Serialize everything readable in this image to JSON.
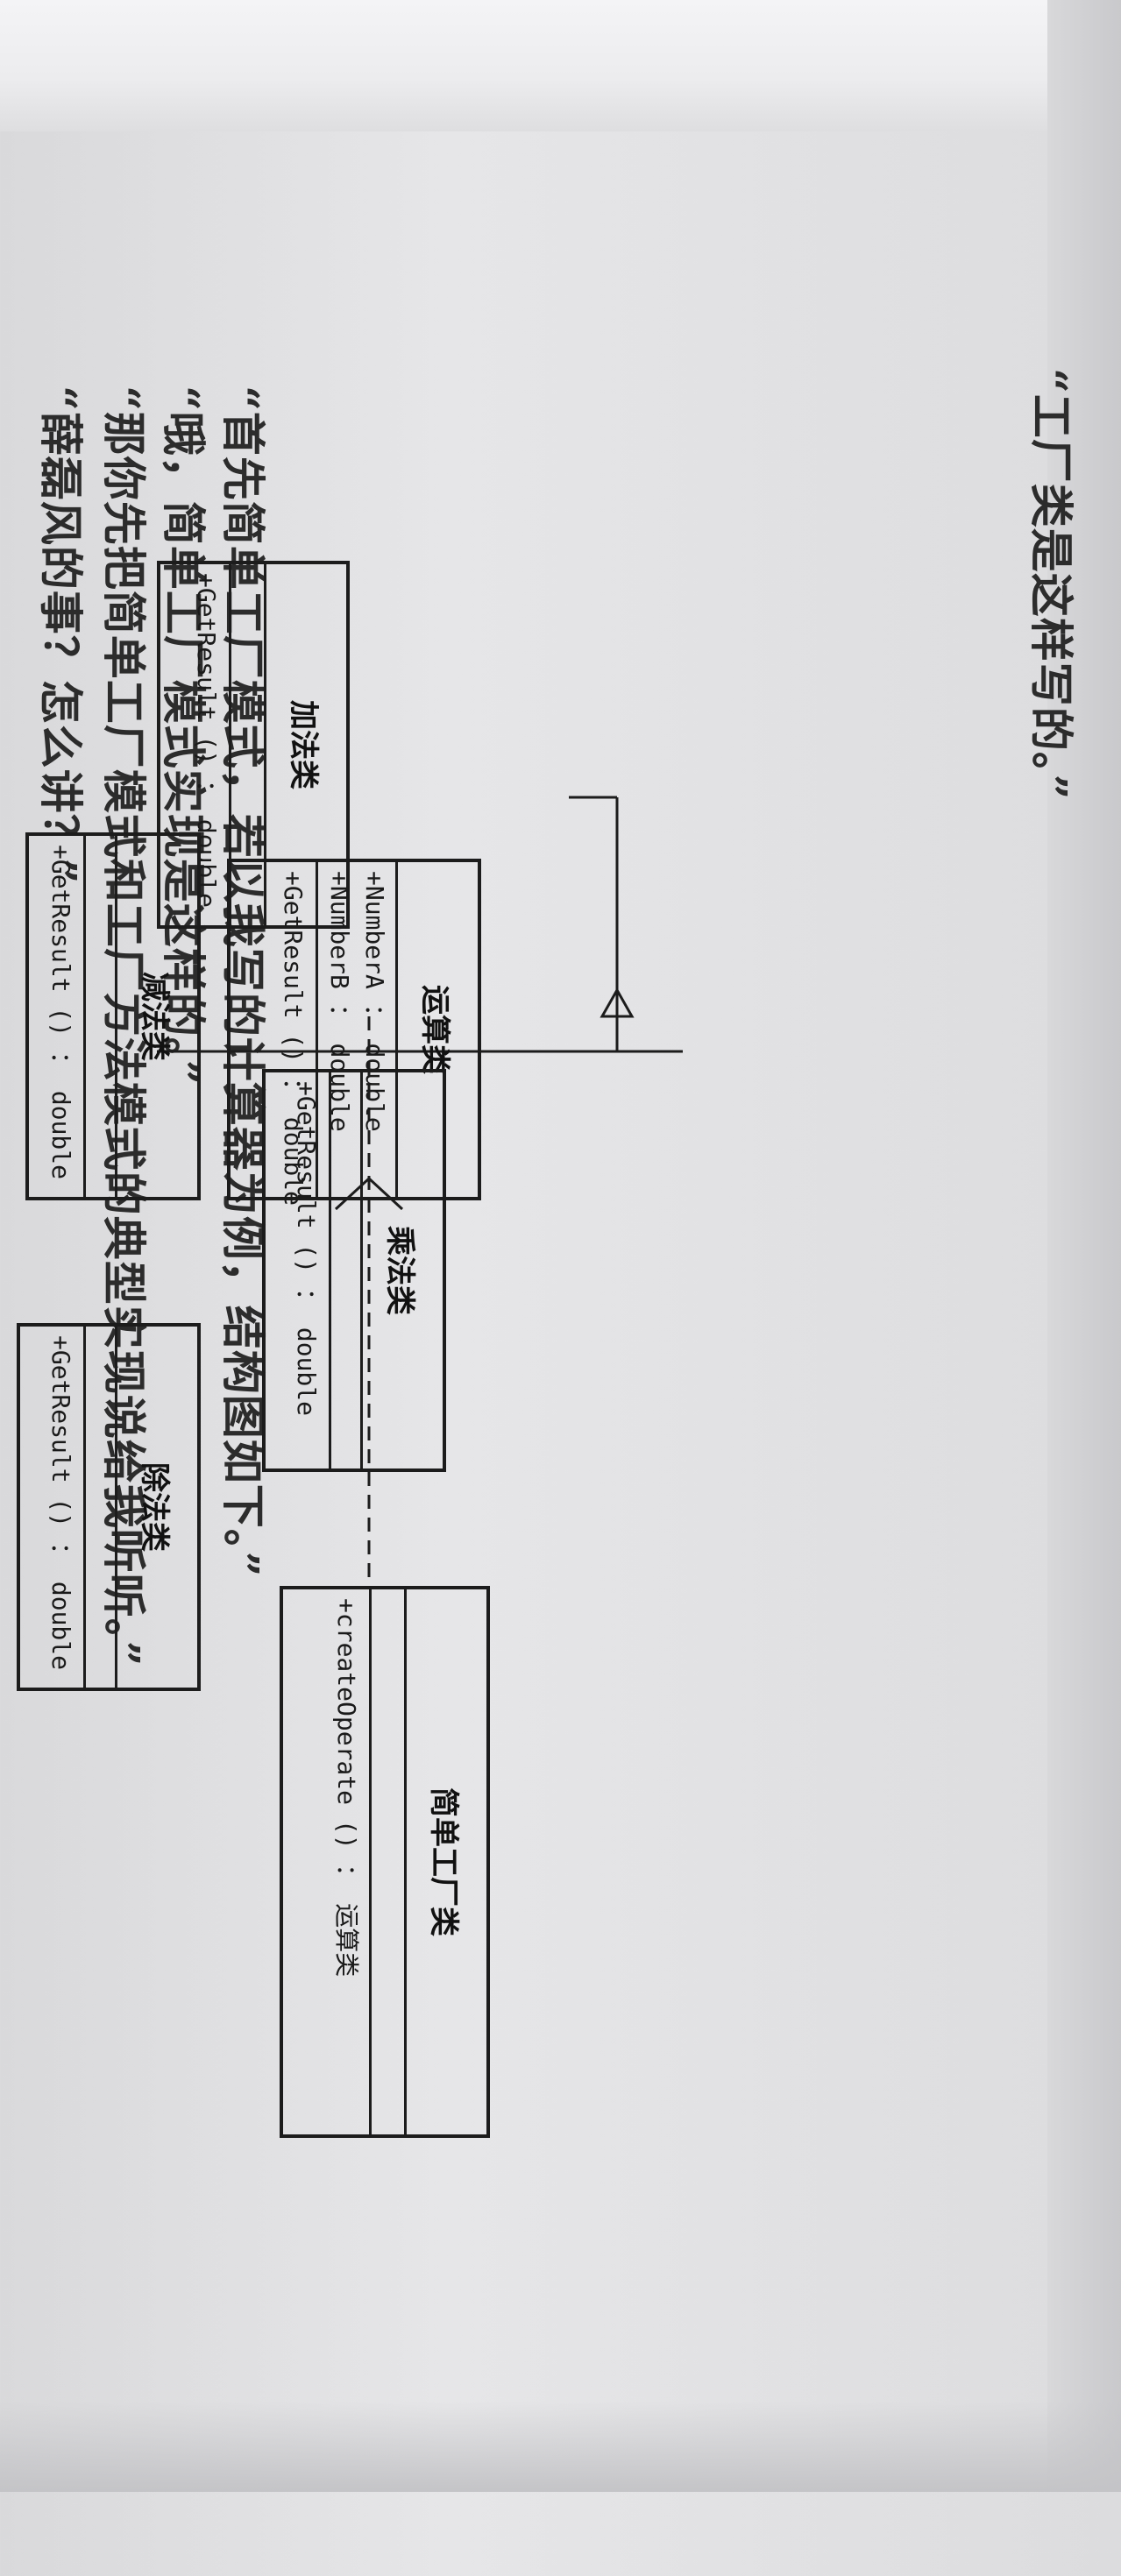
{
  "text": {
    "line1": "“薛磊风的事？怎么讲？”",
    "line2": "“那你先把简单工厂模式和工厂方法模式的典型实现说给我听听。”",
    "line3": "“哦，简单工厂模式实现是这样的。”",
    "line4": "“首先简单工厂模式，若以我写的计算器为例，结构图如下。”",
    "line5": "“工厂类是这样写的。”"
  },
  "diagram": {
    "operation": {
      "name": "运算类",
      "attributes": [
        "+NumberA ： double",
        "+NumberB ： double"
      ],
      "operations": [
        "+GetResult () ： double"
      ]
    },
    "add": {
      "name": "加法类",
      "operations": [
        "+GetResult () ： double"
      ]
    },
    "sub": {
      "name": "减法类",
      "operations": [
        "+GetResult () ： double"
      ]
    },
    "mul": {
      "name": "乘法类",
      "operations": [
        "+GetResult () ： double"
      ]
    },
    "div": {
      "name": "除法类",
      "operations": [
        "+GetResult () ： double"
      ]
    },
    "factory": {
      "name": "简单工厂类",
      "operations": [
        "+createOperate () ： 运算类"
      ]
    }
  },
  "colors": {
    "paper": "#e6e6e8",
    "ink": "#1c1c1c"
  }
}
